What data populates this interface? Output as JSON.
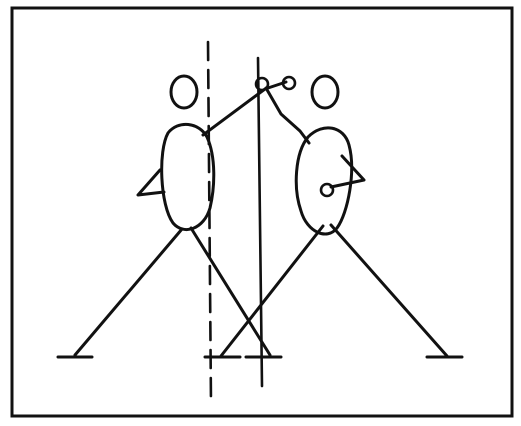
{
  "diagram": {
    "style": "black line drawing on white background",
    "elements": [
      "left-stick-figure",
      "right-stick-figure",
      "dashed-vertical-line",
      "solid-vertical-line"
    ],
    "colors": {
      "ink": "#111111",
      "background": "#ffffff"
    }
  }
}
